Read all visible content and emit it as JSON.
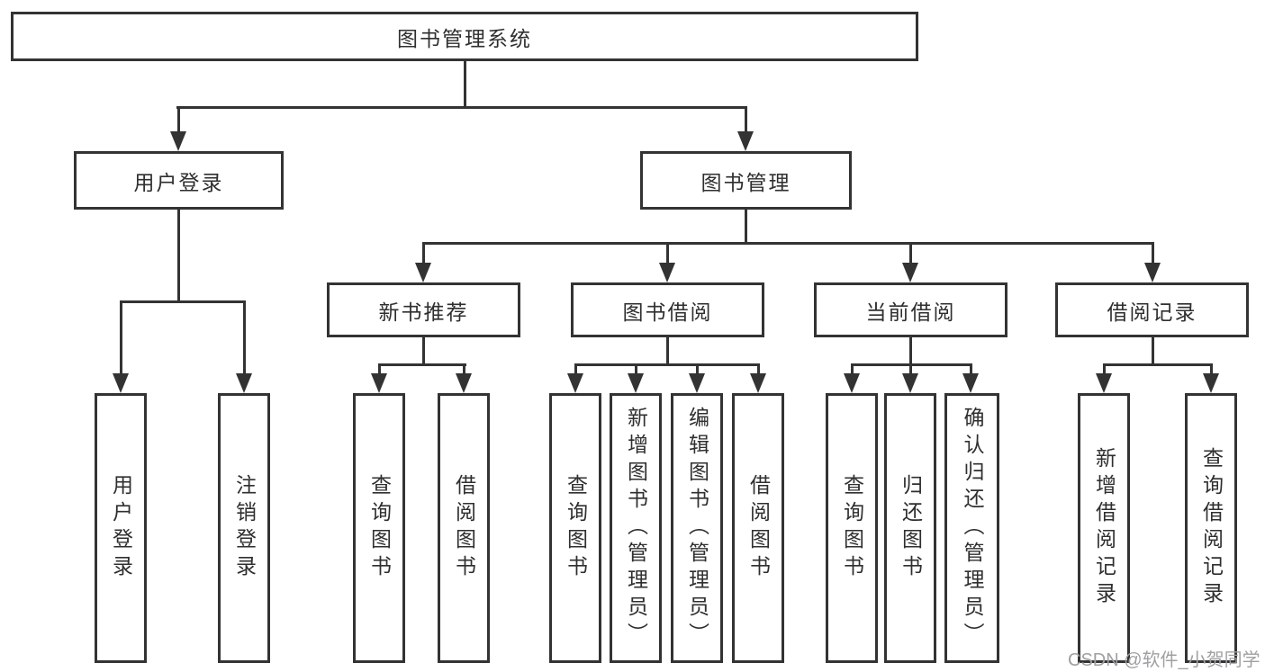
{
  "root": {
    "label": "图书管理系统"
  },
  "level2": [
    {
      "label": "用户登录"
    },
    {
      "label": "图书管理"
    }
  ],
  "level3": [
    {
      "label": "新书推荐"
    },
    {
      "label": "图书借阅"
    },
    {
      "label": "当前借阅"
    },
    {
      "label": "借阅记录"
    }
  ],
  "leaves": {
    "user_login": [
      {
        "label": "用户登录"
      },
      {
        "label": "注销登录"
      }
    ],
    "new_books": [
      {
        "label": "查询图书"
      },
      {
        "label": "借阅图书"
      }
    ],
    "book_borrow": [
      {
        "label": "查询图书"
      },
      {
        "label": "新增图书（管理员）"
      },
      {
        "label": "编辑图书（管理员）"
      },
      {
        "label": "借阅图书"
      }
    ],
    "current_borrow": [
      {
        "label": "查询图书"
      },
      {
        "label": "归还图书"
      },
      {
        "label": "确认归还（管理员）"
      }
    ],
    "borrow_records": [
      {
        "label": "新增借阅记录"
      },
      {
        "label": "查询借阅记录"
      }
    ]
  },
  "watermark": "CSDN @软件_小贺同学",
  "colors": {
    "line": "#333333",
    "background": "#ffffff",
    "text": "#2f2f2f",
    "watermark": "#9fa0a2"
  }
}
